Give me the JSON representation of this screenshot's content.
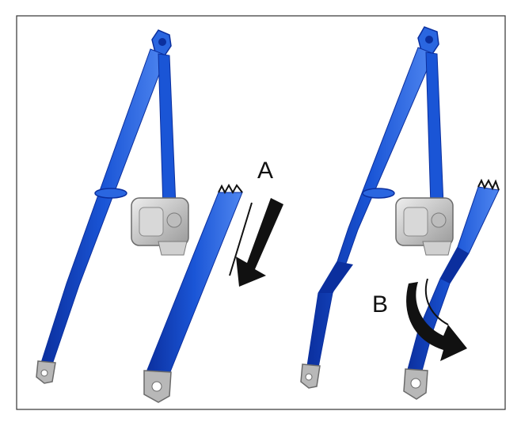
{
  "figure": {
    "label_a": "A",
    "label_b": "B"
  },
  "colors": {
    "belt_blue": "#1a55d6",
    "belt_shadow": "#0b2f9e",
    "belt_highlight": "#4f86f0",
    "hardware_gray": "#c9c9c9",
    "hardware_dark": "#7a7a7a",
    "arrow_black": "#111111",
    "frame": "#333333"
  },
  "icons": [
    "seat-belt-assembly",
    "retractor",
    "anchor-plate",
    "frayed-belt-end",
    "straight-arrow",
    "curved-arrow"
  ]
}
